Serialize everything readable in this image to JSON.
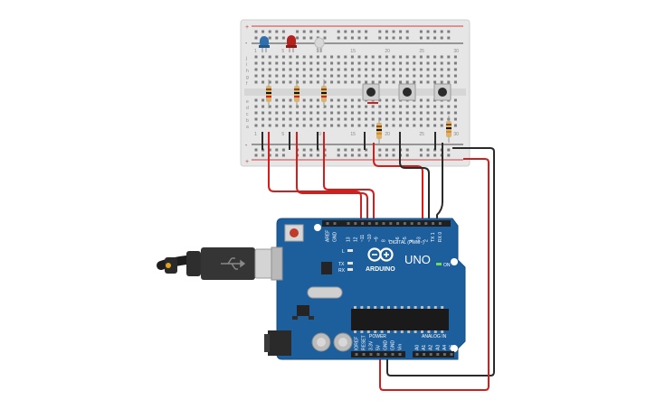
{
  "breadboard": {
    "row_letters_top": [
      "j",
      "i",
      "h",
      "g",
      "f"
    ],
    "row_letters_bottom": [
      "e",
      "d",
      "c",
      "b",
      "a"
    ],
    "column_numbers": [
      "1",
      "5",
      "10",
      "15",
      "20",
      "25",
      "30"
    ],
    "rail_plus": "+",
    "rail_minus": "-"
  },
  "components": {
    "leds": [
      {
        "name": "blue-led",
        "color": "#2f6fae"
      },
      {
        "name": "red-led",
        "color": "#b3221d"
      },
      {
        "name": "white-led",
        "color": "#d8d8d8"
      }
    ],
    "resistor_color": "#d9b36b",
    "pushbutton_count": 3
  },
  "arduino": {
    "brand": "ARDUINO",
    "model": "UNO",
    "on_label": "ON",
    "digital_label": "DIGITAL (PWM~)",
    "power_label": "POWER",
    "analog_label": "ANALOG IN",
    "tx_label": "TX",
    "rx_label": "RX",
    "l_label": "L",
    "aref_label": "AREF",
    "gnd_label": "GND",
    "digital_pins": [
      "13",
      "12",
      "~11",
      "~10",
      "~9",
      "8",
      "7",
      "~6",
      "~5",
      "4",
      "~3",
      "2",
      "TX 1",
      "RX 0"
    ],
    "power_pins": [
      "IOREF",
      "RESET",
      "3.3V",
      "5V",
      "GND",
      "GND",
      "Vin"
    ],
    "analog_pins": [
      "A0",
      "A1",
      "A2",
      "A3",
      "A4",
      "A5"
    ],
    "board_color": "#1d5f9c"
  },
  "wires": {
    "red": "#d01f1f",
    "black": "#2a2a2a"
  }
}
